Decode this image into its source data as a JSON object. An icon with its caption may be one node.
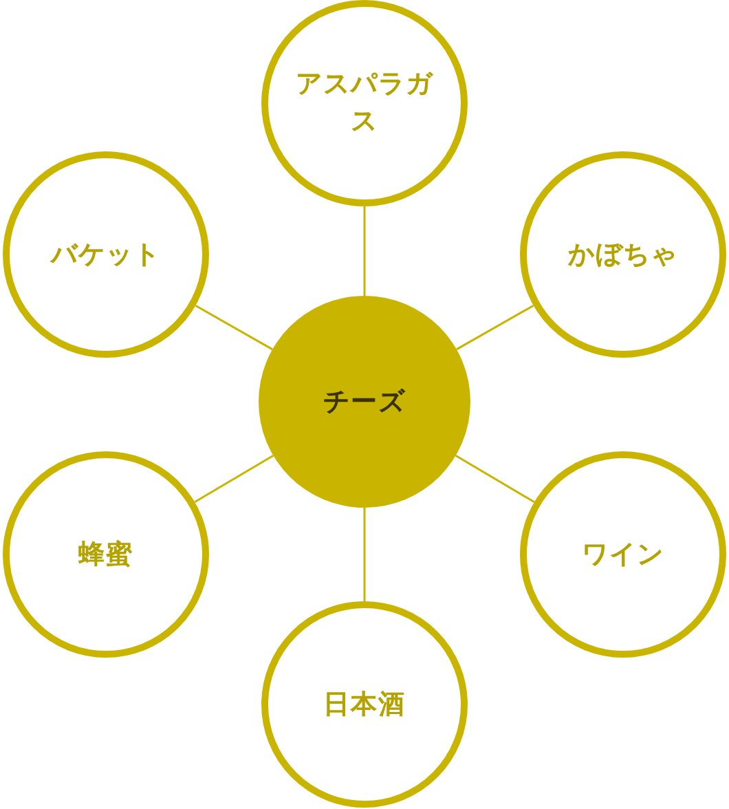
{
  "diagram": {
    "nodes": [
      {
        "text": [
          "アスパラガス"
        ]
      },
      {
        "text": [
          "バケット"
        ]
      },
      {
        "text": [
          "かぼちゃ"
        ]
      },
      {
        "text": [
          "チーズ"
        ]
      },
      {
        "text": [
          "蜂蜜"
        ]
      },
      {
        "text": [
          "ワイン"
        ]
      },
      {
        "text": [
          "日本酒"
        ]
      }
    ],
    "edges": [
      {
        "from": 3,
        "to": 0,
        "arrow": "none"
      },
      {
        "from": 3,
        "to": 1,
        "arrow": "none"
      },
      {
        "from": 3,
        "to": 2,
        "arrow": "none"
      },
      {
        "from": 3,
        "to": 4,
        "arrow": "none"
      },
      {
        "from": 3,
        "to": 5,
        "arrow": "none"
      },
      {
        "from": 3,
        "to": 6,
        "arrow": "none"
      }
    ]
  }
}
